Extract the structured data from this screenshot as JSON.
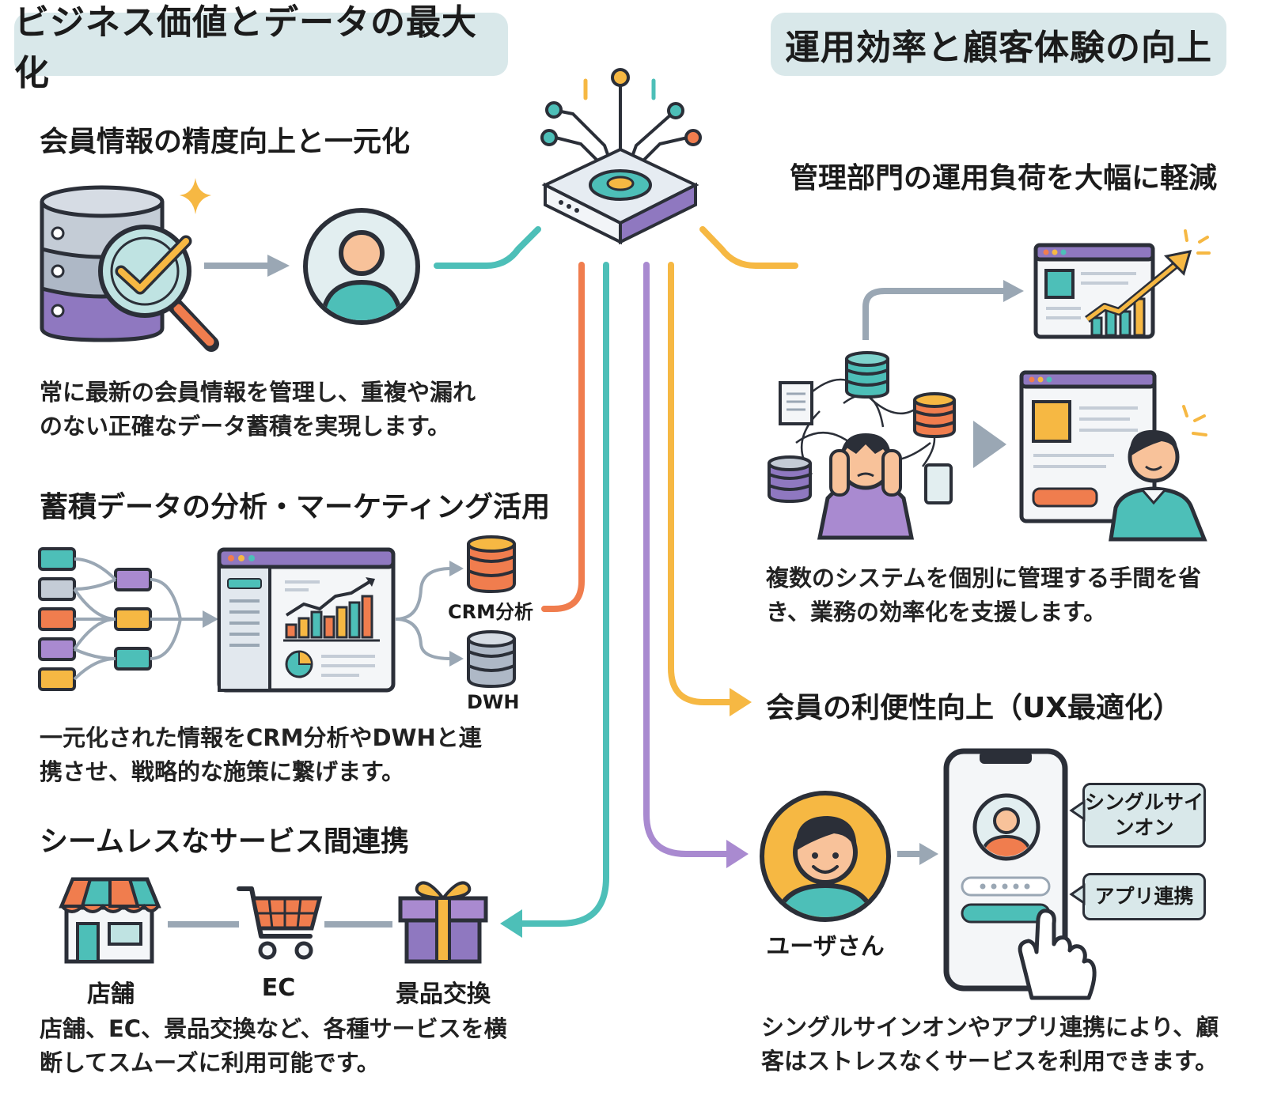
{
  "banners": {
    "left": "ビジネス価値とデータの最大化",
    "right": "運用効率と顧客体験の向上"
  },
  "sections": {
    "member_info": {
      "title": "会員情報の精度向上と一元化",
      "body": "常に最新の会員情報を管理し、重複や漏れのない正確なデータ蓄積を実現します。"
    },
    "analytics": {
      "title": "蓄積データの分析・マーケティング活用",
      "crm_label": "CRM分析",
      "dwh_label": "DWH",
      "body": "一元化された情報をCRM分析やDWHと連携させ、戦略的な施策に繋げます。"
    },
    "services": {
      "title": "シームレスなサービス間連携",
      "store_label": "店舗",
      "ec_label": "EC",
      "prize_label": "景品交換",
      "body": "店舗、EC、景品交換など、各種サービスを横断してスムーズに利用可能です。"
    },
    "admin": {
      "title": "管理部門の運用負荷を大幅に軽減",
      "body": "複数のシステムを個別に管理する手間を省き、業務の効率化を支援します。"
    },
    "ux": {
      "title": "会員の利便性向上（UX最適化）",
      "user_label": "ユーザさん",
      "sso_label": "シングルサインオン",
      "app_label": "アプリ連携",
      "body": "シングルサインオンやアプリ連携により、顧客はストレスなくサービスを利用できます。"
    }
  },
  "icons": {
    "hub": "central-hub-device-icon",
    "database": "database-check-icon",
    "user": "user-avatar-icon",
    "dashboard": "analytics-dashboard-icon",
    "store": "store-icon",
    "cart": "shopping-cart-icon",
    "gift": "gift-icon",
    "stressed": "stressed-person-icon",
    "happy": "happy-person-icon",
    "phone": "smartphone-icon"
  },
  "colors": {
    "teal": "#4dbfb8",
    "orange": "#f07d4e",
    "purple": "#a98ad0",
    "yellow": "#f6b843",
    "banner": "#d9e8ea",
    "outline": "#2b2f38"
  }
}
